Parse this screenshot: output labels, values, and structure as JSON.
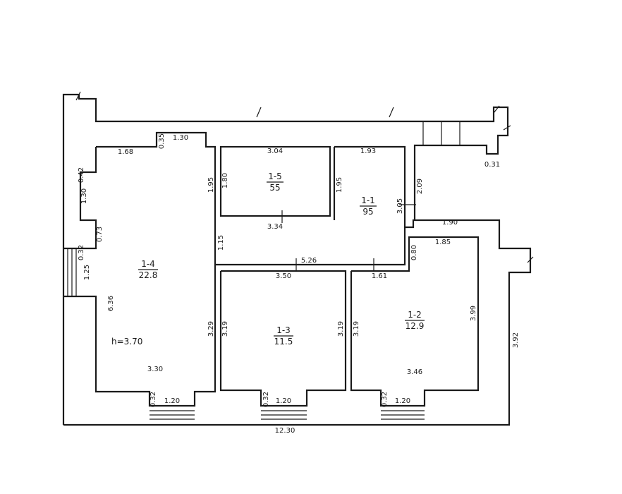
{
  "rooms": [
    {
      "id": "1-5",
      "area": "55"
    },
    {
      "id": "1-1",
      "area": "95"
    },
    {
      "id": "1-4",
      "area": "22.8"
    },
    {
      "id": "1-3",
      "area": "11.5"
    },
    {
      "id": "1-2",
      "area": "12.9"
    }
  ],
  "ceiling_height": "h=3.70",
  "dims": {
    "d168": "1.68",
    "d035a": "0.35",
    "d130a": "1.30",
    "d304": "3.04",
    "d193": "1.93",
    "d042": "0.42",
    "d130b": "1.30",
    "d073": "0.73",
    "d032a": "0.32",
    "d125": "1.25",
    "d636": "6.36",
    "d180": "1.80",
    "d195a": "1.95",
    "d195b": "1.95",
    "d115": "1.15",
    "d334": "3.34",
    "d305": "3.05",
    "d209": "2.09",
    "d031": "0.31",
    "d190": "1.90",
    "d080": "0.80",
    "d185": "1.85",
    "d526": "5.26",
    "d350": "3.50",
    "d161": "1.61",
    "d329": "3.29",
    "d319a": "3.19",
    "d319b": "3.19",
    "d319c": "3.19",
    "d399": "3.99",
    "d392": "3.92",
    "d330": "3.30",
    "d346": "3.46",
    "d032b": "0.32",
    "d120a": "1.20",
    "d032c": "0.32",
    "d120b": "1.20",
    "d032d": "0.32",
    "d120c": "1.20",
    "d1230": "12.30"
  }
}
